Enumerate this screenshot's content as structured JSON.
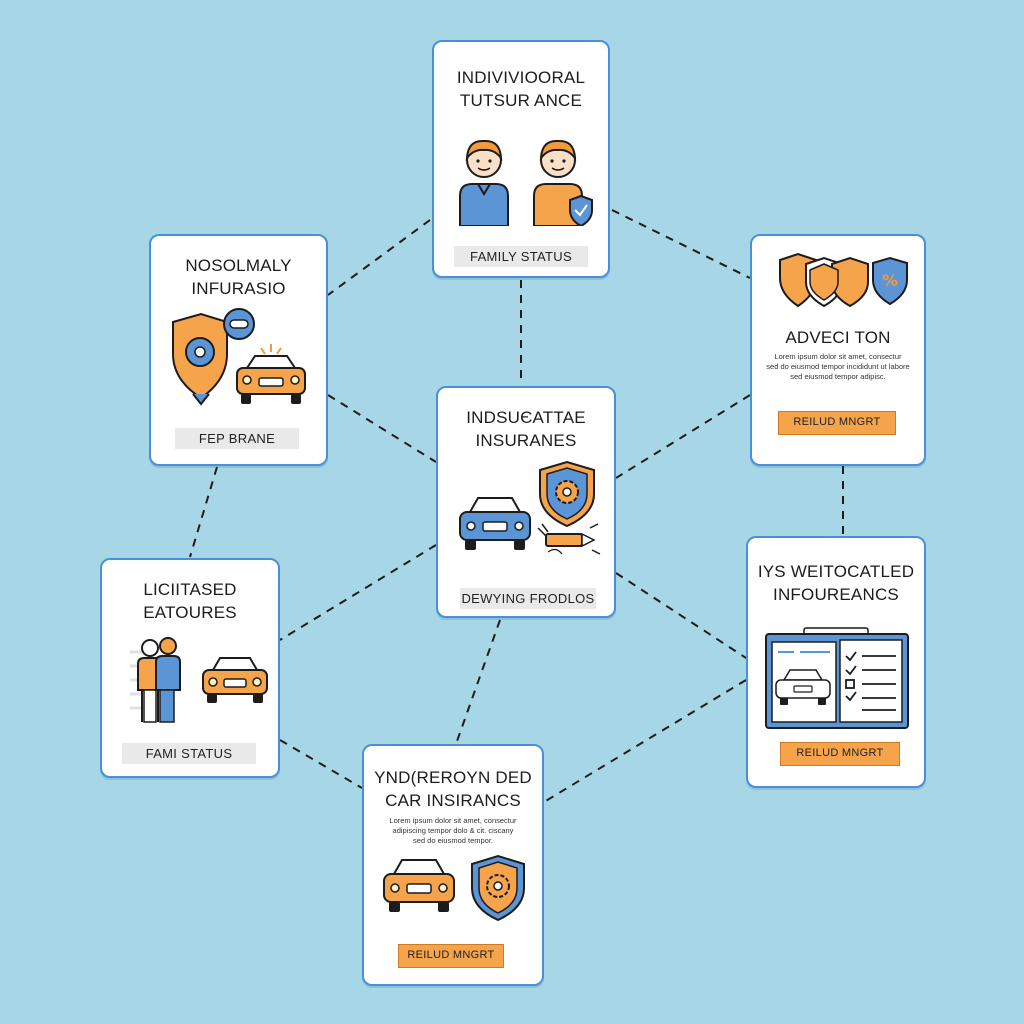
{
  "cards": {
    "top": {
      "title_line1": "INDIVIVIOORAL",
      "title_line2": "TUTSUR ANCE",
      "tag": "FAMILY STATUS"
    },
    "left_upper": {
      "title_line1": "NOSOLMALY",
      "title_line2": "INFURASIO",
      "tag": "FEP BRANE"
    },
    "center": {
      "title_line1": "INDSUЄATTAE",
      "title_line2": "INSURANES",
      "tag": "DEWYING FRODLOS"
    },
    "right_upper": {
      "title": "ADVECI TON",
      "desc_line1": "Lorem ipsum dolor sit amet, consectur",
      "desc_line2": "sed do eiusmod tempor incididunt ut labore",
      "desc_line3": "sed eiusmod tempor adipisc.",
      "tag": "REILUD MNGRT"
    },
    "left_lower": {
      "title_line1": "LICIITASED",
      "title_line2": "EATOURES",
      "tag": "FAMI STATUS"
    },
    "right_lower": {
      "title_line1": "IYS WEITOCATLED",
      "title_line2": "INFOUREANCS",
      "tag": "REILUD MNGRT"
    },
    "bottom": {
      "title_line1": "YND(REROYN DED",
      "title_line2": "CAR INSIRANCS",
      "desc_line1": "Lorem ipsum dolor sit amet, consectur",
      "desc_line2": "adipiscing tempor dolo & cit. ciscany",
      "desc_line3": "sed do eiusmod tempor.",
      "tag": "REILUD MNGRT"
    }
  },
  "colors": {
    "background": "#a7d6e6",
    "card_border": "#4a90d9",
    "accent_orange": "#f5a44b",
    "accent_blue": "#5b95d6",
    "connector": "#1c1c1c"
  },
  "icons": {
    "top": [
      "person-icon",
      "person-with-shield-icon"
    ],
    "left_upper": [
      "shield-gear-icon",
      "car-icon"
    ],
    "center": [
      "car-icon",
      "shield-gear-icon",
      "pen-icon"
    ],
    "right_upper": [
      "shield-icon",
      "shield-percent-icon"
    ],
    "left_lower": [
      "family-icon",
      "car-icon"
    ],
    "right_lower": [
      "policy-document-icon",
      "car-icon",
      "checklist-icon"
    ],
    "bottom": [
      "car-icon",
      "shield-gear-icon"
    ]
  }
}
